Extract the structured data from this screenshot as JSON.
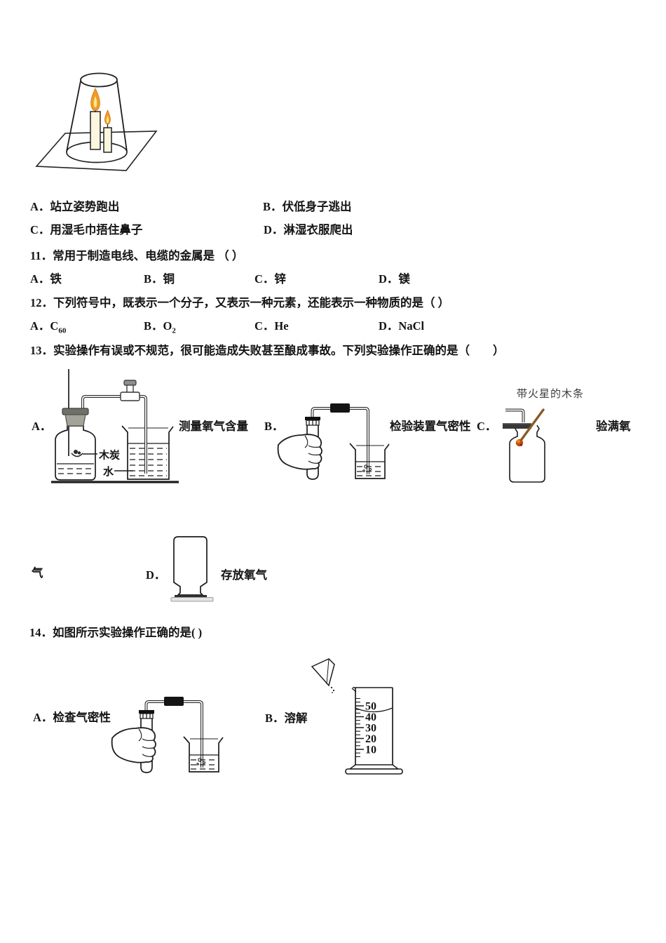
{
  "q10": {
    "options": [
      "A．站立姿势跑出",
      "B．伏低身子逃出",
      "C．用湿毛巾捂住鼻子",
      "D．淋湿衣服爬出"
    ]
  },
  "q11": {
    "stem": "11．常用于制造电线、电缆的金属是 （ ）",
    "options": [
      "A．铁",
      "B．铜",
      "C．锌",
      "D．镁"
    ]
  },
  "q12": {
    "stem": "12．下列符号中，既表示一个分子，又表示一种元素，还能表示一种物质的是（ ）",
    "options": [
      {
        "main": "A．C",
        "sub": "60"
      },
      {
        "main": "B．O",
        "sub": "2"
      },
      {
        "main": "C．He",
        "sub": ""
      },
      {
        "main": "D．NaCl",
        "sub": ""
      }
    ]
  },
  "q13": {
    "stem": "13．实验操作有误或不规范，很可能造成失败甚至酿成事故。下列实验操作正确的是（　　）",
    "fig_a": {
      "label": "A．",
      "caption": "测量氧气含量",
      "charcoal_label": "木炭",
      "water_label": "水"
    },
    "fig_b": {
      "label": "B．",
      "caption": "检验装置气密性"
    },
    "fig_c": {
      "label": "C．",
      "caption": "验满氧",
      "caption_wrap": "气",
      "splint_label": "带火星的木条"
    },
    "fig_d": {
      "label": "D．",
      "caption": "存放氧气"
    }
  },
  "q14": {
    "stem": "14．如图所示实验操作正确的是( )",
    "fig_a": {
      "label": "A．检查气密性"
    },
    "fig_b": {
      "label": "B．溶解",
      "scale": [
        "50",
        "40",
        "30",
        "20",
        "10"
      ]
    }
  },
  "colors": {
    "ink": "#1c1c1c",
    "stopper_gray": "#a3a399",
    "flame_orange": "#f09d22",
    "flame_yellow": "#fce98f",
    "splint_brown": "#8a5a28",
    "ember_red": "#bf4a0e"
  }
}
